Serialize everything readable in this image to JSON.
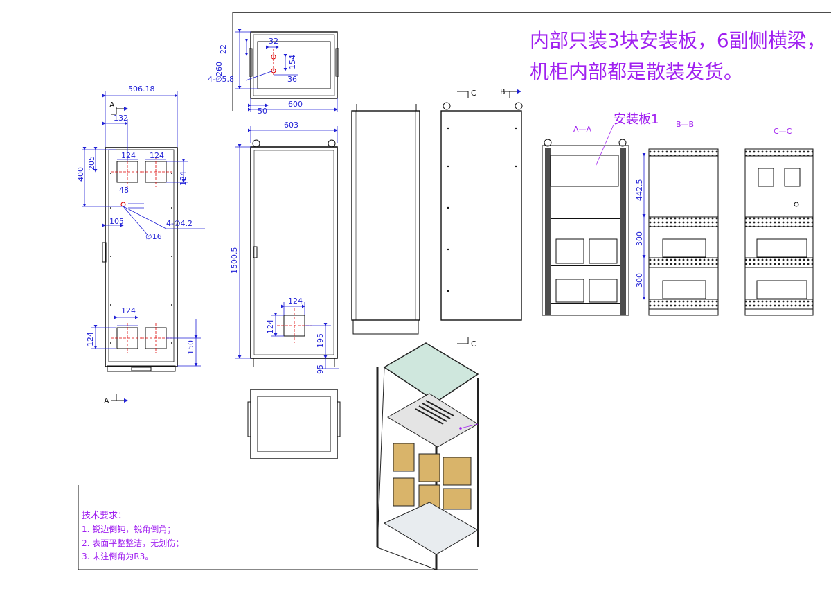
{
  "notes": {
    "line1": "内部只装3块安装板，6副侧横梁，",
    "line2": "机柜内部都是散装发货。",
    "panel_label": "安装板1"
  },
  "tech_requirements": {
    "title": "技术要求：",
    "items": [
      "1. 锐边倒钝，锐角倒角；",
      "2. 表面平整整洁，无划伤；",
      "3. 未注倒角为R3。"
    ]
  },
  "section_labels": {
    "aa": "A—A",
    "bb": "B—B",
    "cc": "C—C",
    "a_top": "A",
    "a_bottom": "A",
    "b_mark": "B",
    "c_mark_top": "C",
    "c_mark_bottom": "C"
  },
  "dimensions": {
    "width_506": "506.18",
    "d132": "132",
    "d124_tl": "124",
    "d124_tr": "124",
    "d124_r": "124",
    "d205": "205",
    "d400": "400",
    "d48": "48",
    "d105": "105",
    "d4phi42": "4-∅4.2",
    "phi16": "∅16",
    "d124_bl": "124",
    "d124_bv": "124",
    "d150": "150",
    "top32": "32",
    "top22": "22",
    "top260": "260",
    "top4phi": "4-∅5.8",
    "top36": "36",
    "top154": "154",
    "top50": "50",
    "top600": "600",
    "w603": "603",
    "h1500": "1500.5",
    "d124_front": "124",
    "d124_frontv": "124",
    "d195": "195",
    "d95": "95",
    "d4425": "442.5",
    "d300a": "300",
    "d300b": "300"
  }
}
